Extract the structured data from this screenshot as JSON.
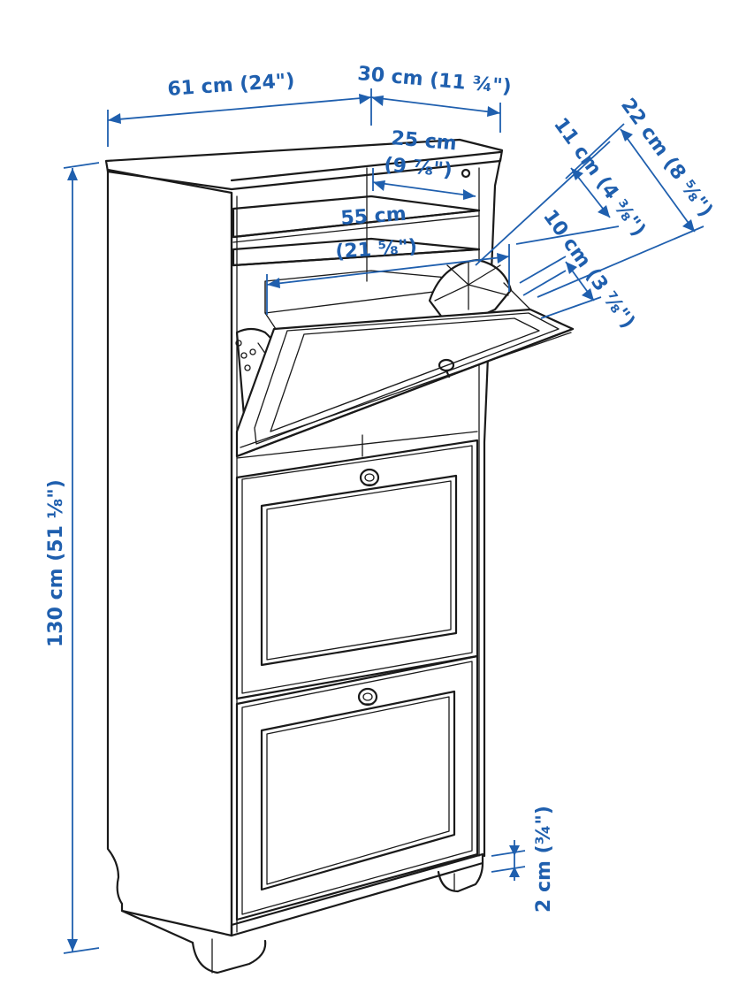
{
  "colors": {
    "dimension": "#1f5fae",
    "outline": "#1a1a1a",
    "background": "#ffffff"
  },
  "dimensions": {
    "width": "61 cm (24\")",
    "depth": "30 cm (11 ¾\")",
    "shelf_depth_cm": "25 cm",
    "shelf_depth_in": "(9 ⅞\")",
    "inner_width_cm": "55 cm",
    "inner_width_in": "(21 ⅝\")",
    "compartment_depth_a": "11 cm (4 ⅜\")",
    "compartment_depth_b": "22 cm (8 ⅝\")",
    "compartment_depth_c": "10 cm (3 ⅞\")",
    "height": "130 cm (51 ⅛\")",
    "foot_height": "2 cm (¾\")"
  }
}
